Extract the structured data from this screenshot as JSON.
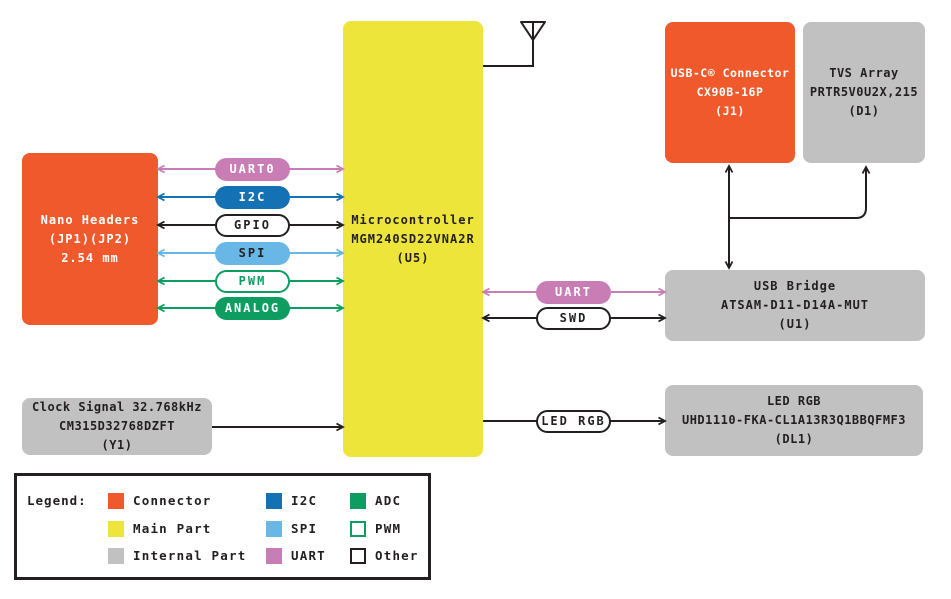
{
  "palette": {
    "connector_orange": "#f0592b",
    "main_part_yellow": "#ede539",
    "internal_part_gray": "#c2c1c1",
    "i2c_blue": "#1471b3",
    "spi_light_blue": "#69b7e6",
    "uart_pink": "#c87eb5",
    "adc_green": "#0d9d61",
    "line_black": "#231f20",
    "text_white": "#ffffff"
  },
  "blocks": {
    "nano_headers": {
      "text": "Nano Headers\n(JP1)(JP2)\n2.54 mm"
    },
    "microcontroller": {
      "text": "Microcontroller\nMGM240SD22VNA2R\n(U5)"
    },
    "usb_c_connector": {
      "text": "USB-C® Connector\nCX90B-16P\n(J1)"
    },
    "tvs_array": {
      "text": "TVS Array\nPRTR5V0U2X,215\n(D1)"
    },
    "usb_bridge": {
      "text": "USB Bridge\nATSAM-D11-D14A-MUT\n(U1)"
    },
    "clock_signal": {
      "text": "Clock Signal 32.768kHz\nCM315D32768DZFT\n(Y1)"
    },
    "led_rgb": {
      "text": "LED RGB\nUHD1110-FKA-CL1A13R3Q1BBQFMF3\n(DL1)"
    }
  },
  "pills": {
    "uart0": "UART0",
    "i2c": "I2C",
    "gpio": "GPIO",
    "spi": "SPI",
    "pwm": "PWM",
    "analog": "ANALOG",
    "uart": "UART",
    "swd": "SWD",
    "led_rgb": "LED RGB"
  },
  "legend": {
    "title": "Legend:",
    "items": [
      {
        "label": "Connector",
        "swatch": "connector"
      },
      {
        "label": "Main Part",
        "swatch": "main-part"
      },
      {
        "label": "Internal Part",
        "swatch": "internal-part"
      },
      {
        "label": "I2C",
        "swatch": "i2c"
      },
      {
        "label": "SPI",
        "swatch": "spi"
      },
      {
        "label": "UART",
        "swatch": "uart"
      },
      {
        "label": "ADC",
        "swatch": "adc"
      },
      {
        "label": "PWM",
        "swatch": "pwm"
      },
      {
        "label": "Other",
        "swatch": "other"
      }
    ]
  }
}
